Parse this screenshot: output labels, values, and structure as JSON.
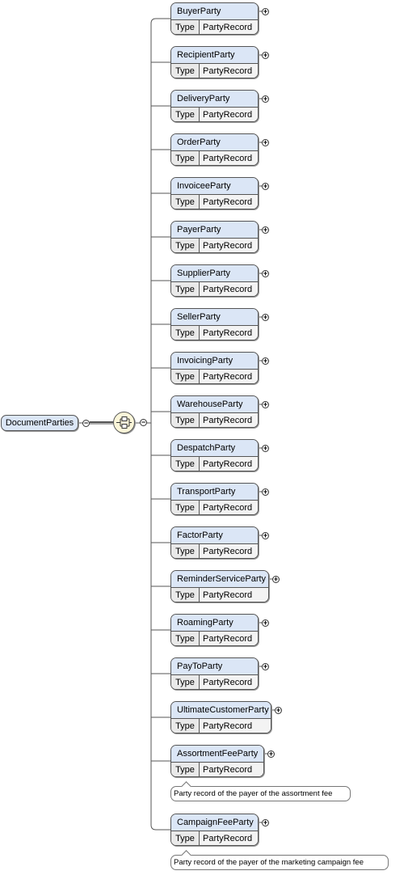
{
  "root": {
    "name": "DocumentParties"
  },
  "type_key": "Type",
  "elements": [
    {
      "name": "BuyerParty",
      "type": "PartyRecord"
    },
    {
      "name": "RecipientParty",
      "type": "PartyRecord"
    },
    {
      "name": "DeliveryParty",
      "type": "PartyRecord"
    },
    {
      "name": "OrderParty",
      "type": "PartyRecord"
    },
    {
      "name": "InvoiceeParty",
      "type": "PartyRecord"
    },
    {
      "name": "PayerParty",
      "type": "PartyRecord"
    },
    {
      "name": "SupplierParty",
      "type": "PartyRecord"
    },
    {
      "name": "SellerParty",
      "type": "PartyRecord"
    },
    {
      "name": "InvoicingParty",
      "type": "PartyRecord"
    },
    {
      "name": "WarehouseParty",
      "type": "PartyRecord"
    },
    {
      "name": "DespatchParty",
      "type": "PartyRecord"
    },
    {
      "name": "TransportParty",
      "type": "PartyRecord"
    },
    {
      "name": "FactorParty",
      "type": "PartyRecord"
    },
    {
      "name": "ReminderServiceParty",
      "type": "PartyRecord"
    },
    {
      "name": "RoamingParty",
      "type": "PartyRecord"
    },
    {
      "name": "PayToParty",
      "type": "PartyRecord"
    },
    {
      "name": "UltimateCustomerParty",
      "type": "PartyRecord"
    },
    {
      "name": "AssortmentFeeParty",
      "type": "PartyRecord",
      "note": "Party record of the payer of the assortment fee"
    },
    {
      "name": "CampaignFeeParty",
      "type": "PartyRecord",
      "note": "Party record of the payer of the marketing campaign fee"
    }
  ],
  "colors": {
    "element_header": "#dbe6f6",
    "compositor": "#fbf6d9",
    "line": "#555555"
  },
  "icons": {
    "expand": "plus-circle-icon",
    "collapse": "minus-circle-icon",
    "sequence": "sequence-compositor-icon"
  }
}
